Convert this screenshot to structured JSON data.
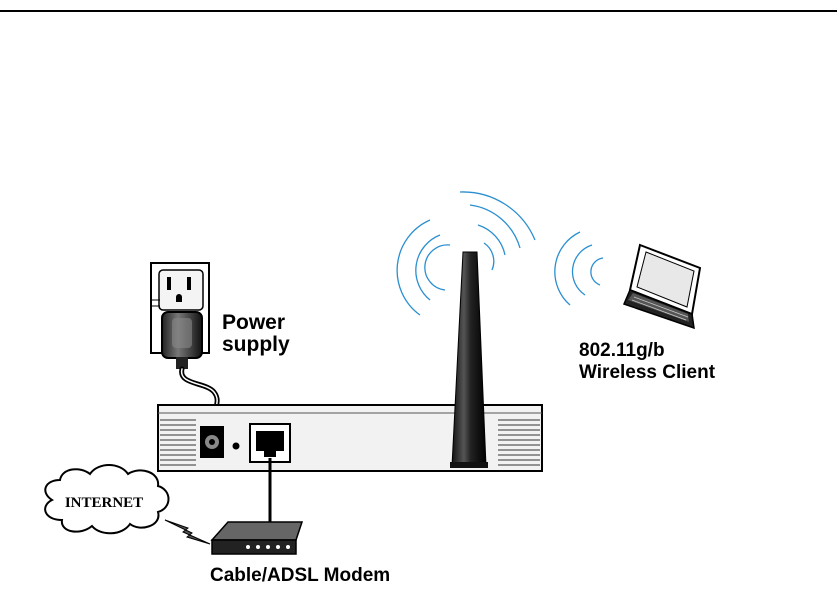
{
  "labels": {
    "power_supply_line1": "Power",
    "power_supply_line2": "supply",
    "client_line1": "802.11g/b",
    "client_line2": "Wireless Client",
    "modem": "Cable/ADSL Modem",
    "internet": "INTERNET"
  },
  "colors": {
    "signal_waves": "#2a8fd0",
    "line_art": "#000000",
    "router_body": "#f2f2f2",
    "background": "#ffffff"
  },
  "icons": [
    "wall-outlet-icon",
    "power-adapter-icon",
    "router-icon",
    "antenna-icon",
    "laptop-icon",
    "modem-icon",
    "internet-cloud-icon",
    "lightning-link-icon",
    "wireless-signal-icon"
  ]
}
